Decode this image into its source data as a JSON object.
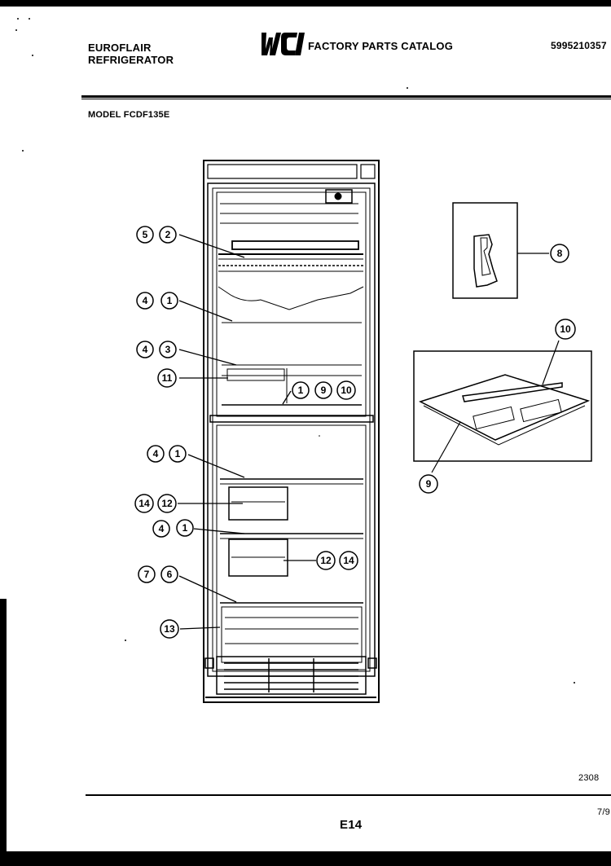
{
  "header": {
    "brand_line1": "EUROFLAIR",
    "brand_line2": "REFRIGERATOR",
    "logo_text": "WCI",
    "catalog_title": "FACTORY PARTS CATALOG",
    "part_number": "5995210357"
  },
  "model_label": "MODEL FCDF135E",
  "callouts": {
    "c5a": "5",
    "c2a": "2",
    "c4a": "4",
    "c1a": "1",
    "c4b": "4",
    "c3a": "3",
    "c11": "11",
    "c1b": "1",
    "c9a": "9",
    "c10a": "10",
    "c4c": "4",
    "c1c": "1",
    "c14a": "14",
    "c12a": "12",
    "c4d": "4",
    "c1d": "1",
    "c12b": "12",
    "c14b": "14",
    "c7": "7",
    "c6": "6",
    "c13": "13",
    "c8": "8",
    "c10b": "10",
    "c9b": "9"
  },
  "footer": {
    "code": "2308",
    "date": "7/9",
    "page": "E14"
  }
}
